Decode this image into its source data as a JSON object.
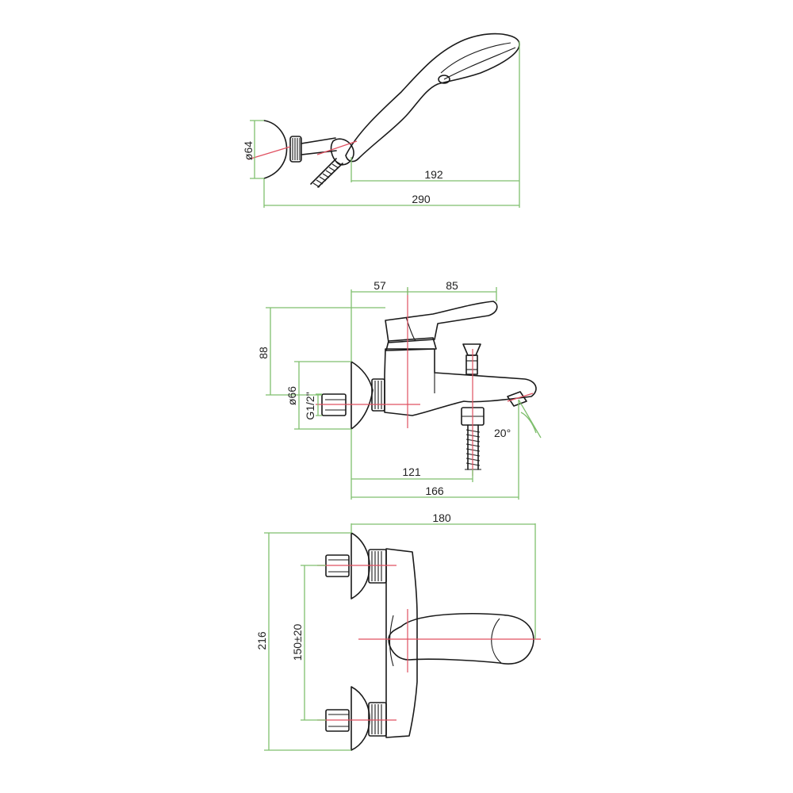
{
  "colors": {
    "outline": "#1a1a1a",
    "dimension": "#7fbf6e",
    "centerline": "#e05060"
  },
  "top_view": {
    "dia_64": "ø64",
    "dim_192": "192",
    "dim_290": "290"
  },
  "side_view": {
    "dim_57": "57",
    "dim_85": "85",
    "dim_88": "88",
    "dia_66": "ø66",
    "thread": "G1/2\"",
    "angle": "20°",
    "dim_121": "121",
    "dim_166": "166"
  },
  "front_view": {
    "dim_180": "180",
    "dim_216": "216",
    "dim_150": "150±20"
  }
}
